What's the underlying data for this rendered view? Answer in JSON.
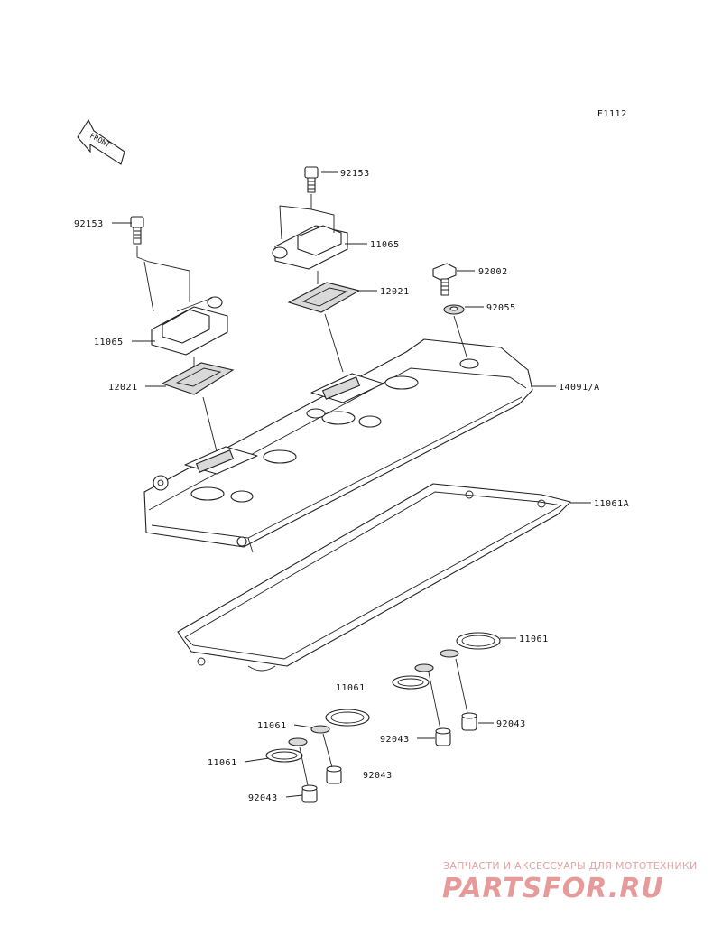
{
  "diagram_code": "E1112",
  "front_label": "FRONT",
  "part_labels": {
    "bolt_92153_right": "92153",
    "bolt_92153_left": "92153",
    "cap_11065_right": "11065",
    "cap_11065_left": "11065",
    "gasket_12021_right": "12021",
    "gasket_12021_left": "12021",
    "bolt_92002": "92002",
    "washer_92055": "92055",
    "cover_14091A": "14091/A",
    "gasket_11061A": "11061A",
    "gasket_11061_a": "11061",
    "gasket_11061_b": "11061",
    "gasket_11061_c": "11061",
    "gasket_11061_d": "11061",
    "dowel_92043_a": "92043",
    "dowel_92043_b": "92043",
    "dowel_92043_c": "92043",
    "dowel_92043_d": "92043"
  },
  "watermark": {
    "tagline": "ЗАПЧАСТИ И АКСЕССУАРЫ ДЛЯ МОТОТЕХНИКИ",
    "logo": "PARTSFOR.RU",
    "color": "#e79a9a"
  }
}
